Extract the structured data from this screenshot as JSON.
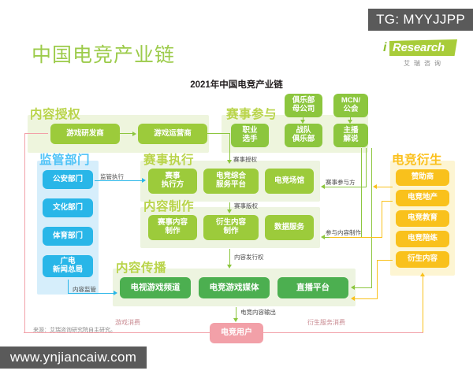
{
  "watermarks": {
    "telegram": "TG: MYYJJPP",
    "url": "www.ynjiancaiw.com"
  },
  "header": {
    "page_title": "中国电竞产业链",
    "logo_i": "i",
    "logo_text": "Research",
    "logo_cn": "艾瑞咨询"
  },
  "chart_title": "2021年中国电竞产业链",
  "groups": {
    "content_license": {
      "title": "内容授权",
      "nodes": [
        "游戏研发商",
        "游戏运营商"
      ]
    },
    "event_participation": {
      "title": "赛事参与",
      "top_nodes": [
        "俱乐部\n母公司",
        "MCN/\n公会"
      ],
      "nodes": [
        "职业\n选手",
        "战队\n俱乐部",
        "主播\n解说"
      ]
    },
    "regulators": {
      "title": "监管部门",
      "nodes": [
        "公安部门",
        "文化部门",
        "体育部门",
        "广电\n新闻总局"
      ]
    },
    "event_execution": {
      "title": "赛事执行",
      "nodes": [
        "赛事\n执行方",
        "电竞综合\n服务平台",
        "电竞场馆"
      ]
    },
    "content_production": {
      "title": "内容制作",
      "nodes": [
        "赛事内容\n制作",
        "衍生内容\n制作",
        "数据服务"
      ]
    },
    "content_distribution": {
      "title": "内容传播",
      "nodes": [
        "电视游戏频道",
        "电竞游戏媒体",
        "直播平台"
      ]
    },
    "esports_derivatives": {
      "title": "电竞衍生",
      "nodes": [
        "赞助商",
        "电竞地产",
        "电竞教育",
        "电竞陪练",
        "衍生内容"
      ]
    }
  },
  "end_node": "电竞用户",
  "edge_labels": {
    "regulation_exec": "监管执行",
    "content_supervision": "内容监管",
    "event_authorization": "赛事授权",
    "event_copyright": "赛事版权",
    "content_publishing_rights": "内容发行权",
    "esports_content_output": "电竞内容输出",
    "event_participants": "赛事参与方",
    "participate_content_production": "参与内容制作",
    "game_consumption": "游戏消费",
    "derivative_service_consumption": "衍生服务消费"
  },
  "source": "来源：艾瑞咨询研究院自主研究。",
  "colors": {
    "lime": "#9ccb3b",
    "light_green": "#8cc63e",
    "dark_green": "#4caf50",
    "blue": "#29b6e8",
    "orange": "#f9c11c",
    "pink": "#f2a0a8",
    "panel_green": "#eef5dd",
    "panel_blue": "#d6eefb",
    "panel_orange": "#fdf5d2"
  }
}
